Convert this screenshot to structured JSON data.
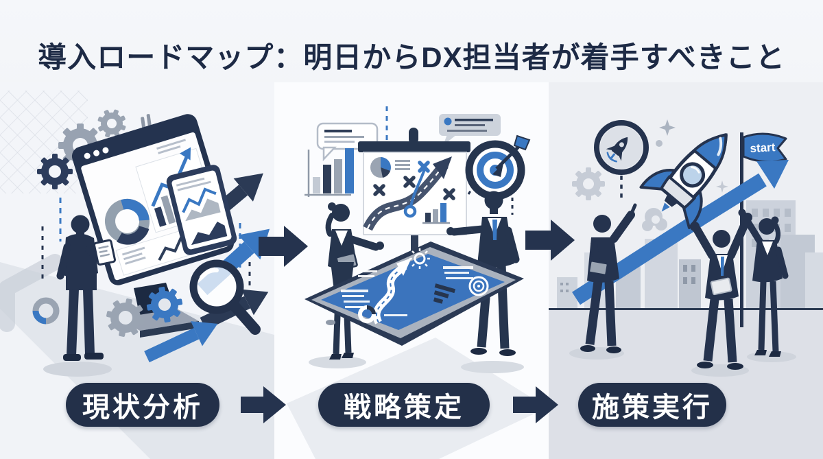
{
  "title": "導入ロードマップ：明日からDX担当者が着手すべきこと",
  "flow": {
    "steps": [
      {
        "label": "現状分析"
      },
      {
        "label": "戦略策定"
      },
      {
        "label": "施策実行"
      }
    ]
  },
  "illustrations": {
    "flag_label": "start"
  },
  "colors": {
    "navy": "#25334e",
    "blue": "#3a78c2",
    "title_text": "#1d2a45",
    "pill_bg": "#233049",
    "pill_text": "#ffffff",
    "background": "#eef0f5"
  }
}
